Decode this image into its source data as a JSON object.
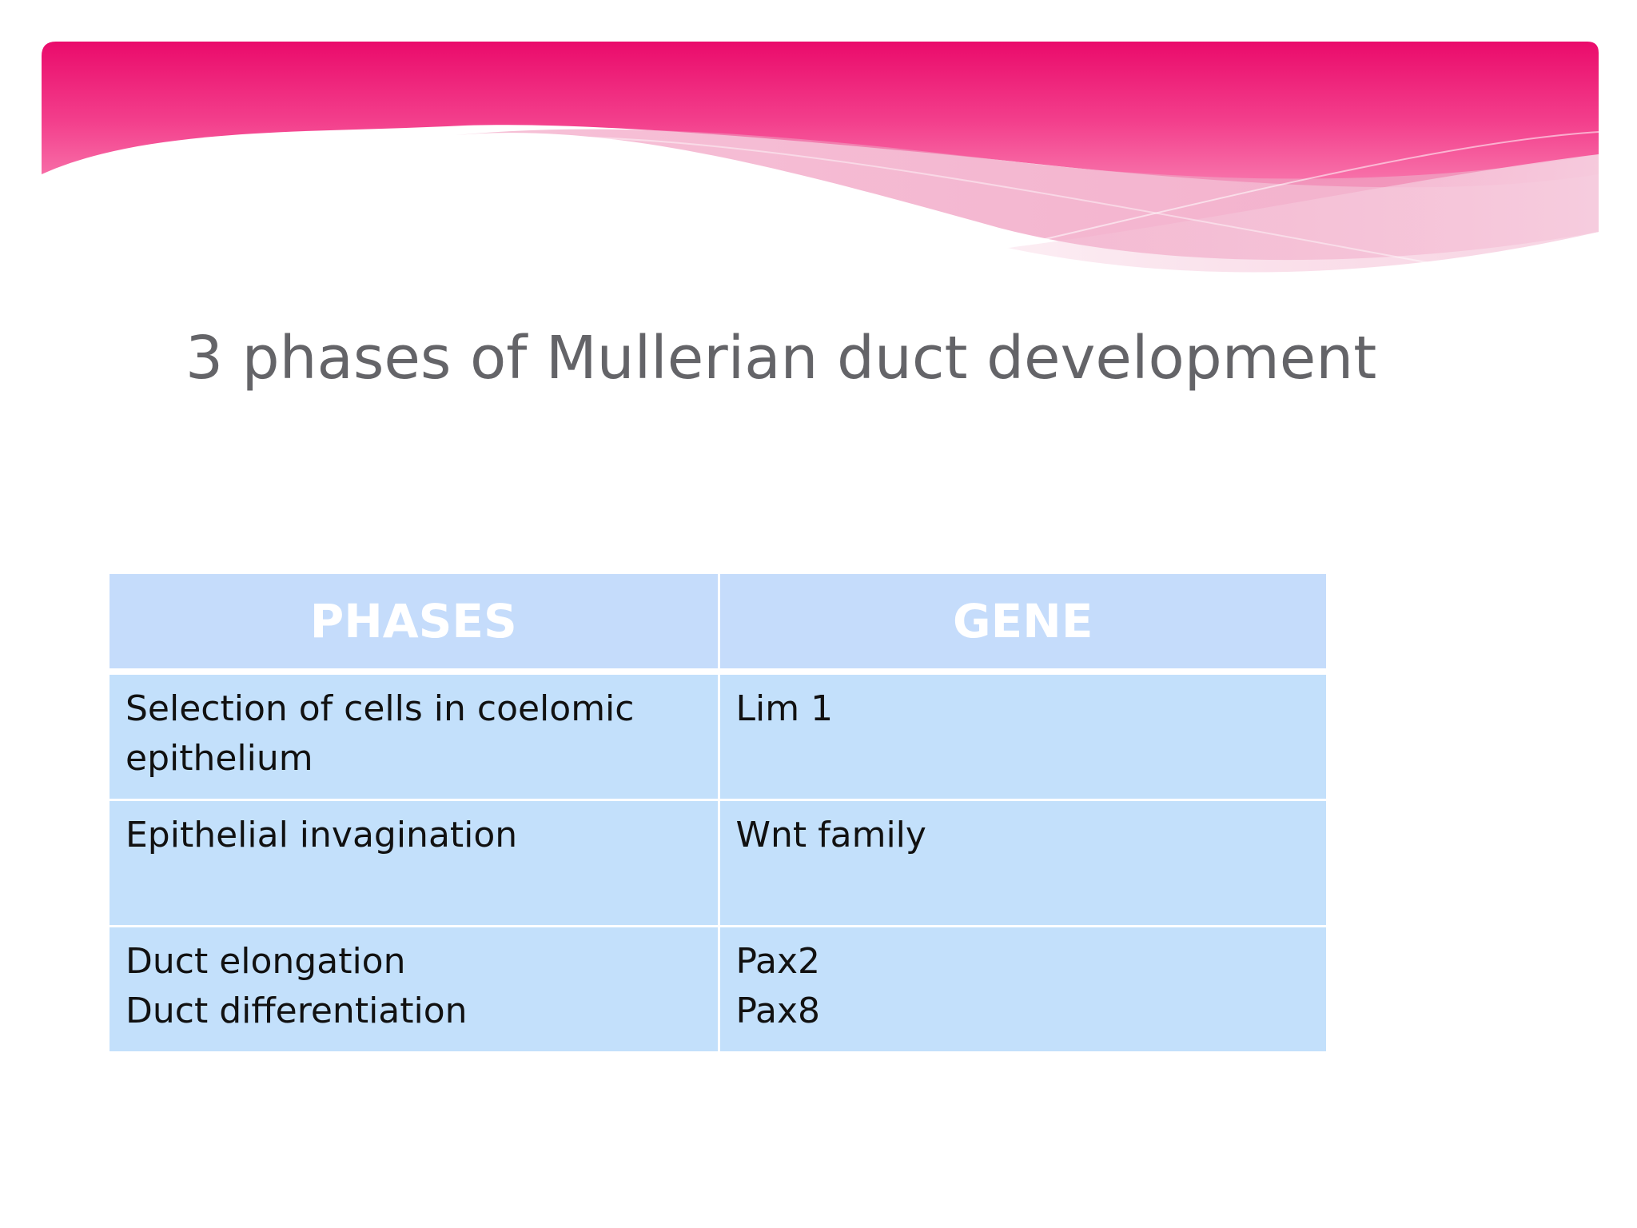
{
  "slide": {
    "title": "3 phases of Mullerian duct development",
    "accent_color": "#ec0f6e",
    "table_bg_color": "#c3e0fb"
  },
  "table": {
    "headers": [
      "PHASES",
      "GENE"
    ],
    "rows": [
      {
        "phase": [
          "Selection of cells in coelomic",
          "epithelium"
        ],
        "gene": [
          "Lim 1"
        ]
      },
      {
        "phase": [
          "Epithelial invagination"
        ],
        "gene": [
          "Wnt family"
        ]
      },
      {
        "phase": [
          "Duct elongation",
          "Duct differentiation"
        ],
        "gene": [
          "Pax2",
          "Pax8"
        ]
      }
    ]
  }
}
